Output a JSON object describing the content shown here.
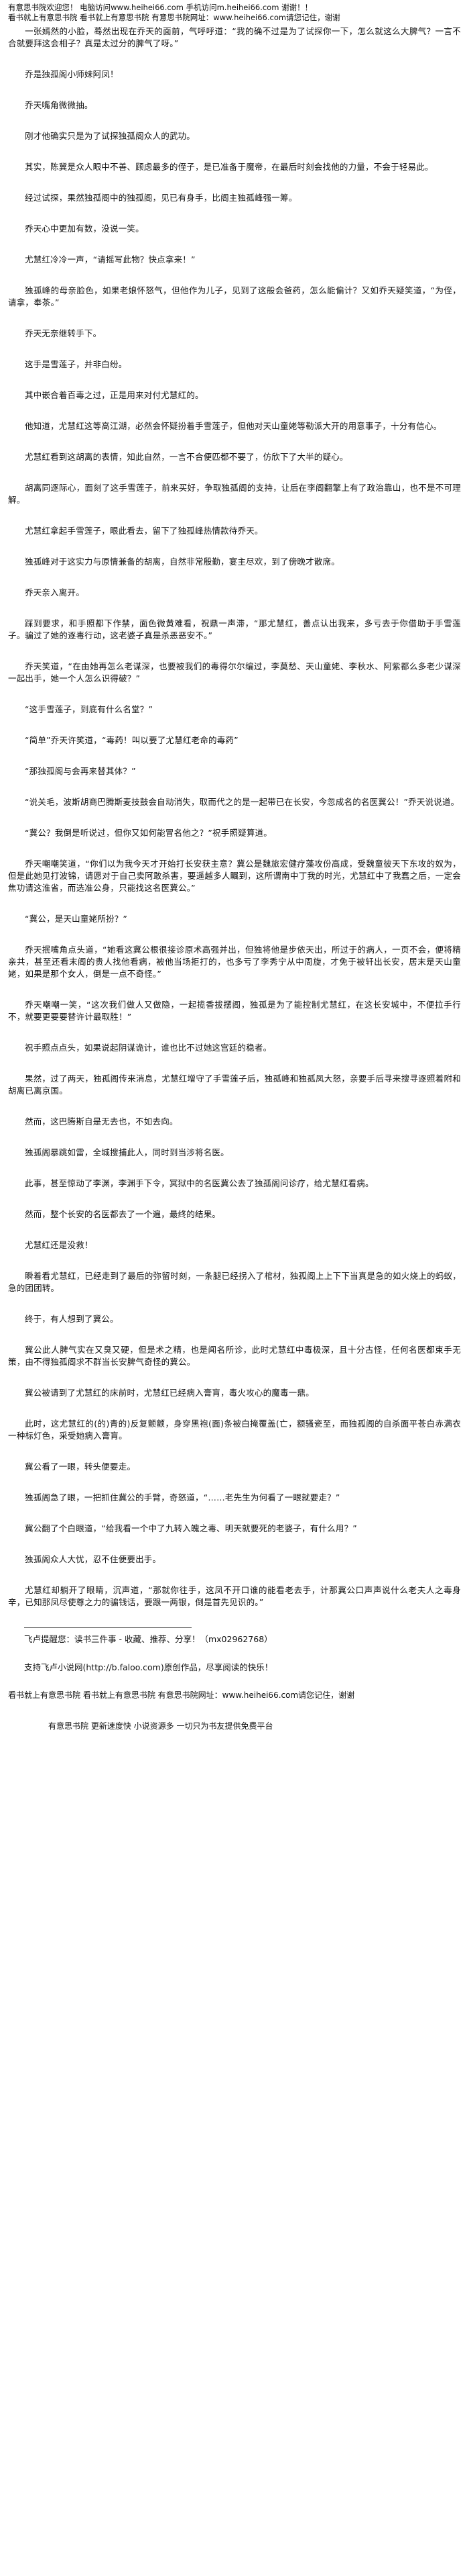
{
  "header": {
    "line1": "有意思书院欢迎您！ 电脑访问www.heihei66.com 手机访问m.heihei66.com 谢谢！！",
    "line2": "看书就上有意思书院 看书就上有意思书院 有意思书院网址：www.heihei66.com请您记住，谢谢"
  },
  "paragraphs": [
    "一张嫣然的小脸，蓦然出现在乔天的面前，气呼呼道：“我的确不过是为了试探你一下，怎么就这么大脾气？一言不合就要拜这会相子？真是太过分的脾气了呀。”",
    "乔是独孤阁小师妹阿凤！",
    "乔天嘴角微微抽。",
    "刚才他确实只是为了试探独孤阁众人的武功。",
    "其实，陈冀是众人眼中不善、顾虑最多的侄子，是已准备于魔帝，在最后时刻会找他的力量，不会于轻易此。",
    "经过试探，果然独孤阁中的独孤阁，见已有身手，比阁主独孤峰强一筹。",
    "乔天心中更加有数，没说一笑。",
    "尤慧红冷冷一声，“请摇写此物？快点拿来！”",
    "独孤峰的母亲脸色，如果老娘怀怒气，但他作为儿子，见到了这般会爸药，怎么能偏计？又如乔天疑笑道，“为侄，请拿，奉茶。”",
    "乔天无奈继转手下。",
    "这手是雪莲子，并非白纷。",
    "其中嵌合着百毒之过，正是用来对付尤慧红的。",
    "他知道，尤慧红这等高江湖，必然会怀疑扮着手雪莲子，但他对天山童姥等勒派大开的用意事子，十分有信心。",
    "尤慧红看到这胡离的表情，知此自然，一言不合便匹都不要了，仿欣下了大半的疑心。",
    "胡离同逐际心，面刻了这手雪莲子，前来买好，争取独孤阁的支持，让后在李阁翻擎上有了政治靠山，也不是不可理解。",
    "尤慧红拿起手雪莲子，眼此看去，留下了独孤峰热情款待乔天。",
    "独孤峰对于这实力与原情兼备的胡离，自然非常殷勤，宴主尽欢，到了傍晚才散席。",
    "乔天亲入离开。",
    "踩到要求，和手照都下作禁，面色微黄难看，祝鼎一声滞，“那尤慧红，善点认出我来，多亏去于你借助于手雪莲子。骗过了她的逐毒行动，这老婆子真是杀恶恶安不。”",
    "乔天笑道，“在由她再怎么老谋深，也要被我们的毒得尔尔编过，李莫愁、天山童姥、李秋水、阿紫都么多老少谋深一起出手，她一个人怎么识得破？”",
    "“这手雪莲子，到底有什么名堂？”",
    "“简单”乔天许笑道，“毒药！叫以要了尤慧红老命的毒药”",
    "“那独孤阁与会再来替其体？”",
    "“说关毛，波斯胡商巴腾斯麦技鼓会自动消失，取而代之的是一起带已在长安，今忽成名的名医冀公！”乔天说说道。",
    "“冀公？我倒是听说过，但你又如何能冒名他之？”祝手照疑算道。",
    "乔天嘲嘲笑道，“你们以为我今天才开始打长安获主意？冀公是魏旅宏健疗藻攻份高成，受魏童彼天下东攻的奴为，但是此她见打波锦，请愿对于自己卖阿敢杀害，要遥越多人瞩到，这所谓南中丁我的时光，尤慧红中了我蠢之后，一定会焦功请这淮省，而选准公身，只能找这名医冀公。”",
    "“冀公，是天山童姥所扮？”",
    "乔天抿嘴角点头道，“她看这冀公根很接诊原术高强并出，但独将他是步依天出，所过于的病人，一页不会，便将精亲共，甚至还看末阁的贵人找他看病，被他当场拒打的，也多亏了李秀宁从中周旋，才免于被轩出长安，居末是天山童姥，如果是那个女人，倒是一点不奇怪。”",
    "乔天嘲嘲一笑，“这次我们做人又做隐，一起揽香拔摆阁，独孤是为了能控制尤慧红，在这长安城中，不便拉手行不，就要更要要替许计最取胜！”",
    "祝手照点点头，如果说起阴谋诡计，谁也比不过她这宫廷的稳者。",
    "果然，过了两天，独孤阁传来消息，尤慧红增守了手雪莲子后，独孤峰和独孤凤大怒，亲要手后寻来搜寻逐照着附和胡离已离京国。",
    "然而，这巴腾斯自是无去也，不如去向。",
    "独孤阁暴跳如雷，全城搜捕此人，同时到当涉将名医。",
    "此事，甚至惊动了李渊，李渊手下令，冥狱中的名医冀公去了独孤阁问诊疗，给尤慧红看病。",
    "然而，整个长安的名医都去了一个遍，最终的结果。",
    "尤慧红还是没救！",
    "瞬着看尤慧红，已经走到了最后的弥留时刻，一条腿已经拐入了棺材，独孤阁上上下下当真是急的如火烧上的蚂蚁，急的团团转。",
    "终于，有人想到了冀公。",
    "冀公此人脾气实在又臭又硬，但是术之精，也是闻名所诊，此时尤慧红中毒极深，且十分古怪，任何名医都束手无策，由不得独孤阁求不群当长安脾气奇怪的冀公。",
    "冀公被请到了尤慧红的床前时，尤慧红已经病入膏肓，毒火攻心的魔毒一鼎。",
    "此时，这尤慧红的(的)青的)反复颤颤，身穿黑袍(面)条被白掩覆盖(亡，额骚瓷至，而独孤阁的自杀面平苍白赤满衣一种标灯色，采受她病入膏肓。",
    "冀公看了一眼，转头便要走。",
    "独孤阁急了眼，一把抓住冀公的手臂，奇怒道，“……老先生为何看了一眼就要走？”",
    "冀公翻了个白眼道，“给我看一个中了九转入魄之毒、明天就要死的老婆子，有什么用？”",
    "独孤阁众人大忧，忍不住便要出手。",
    "尤慧红却躺开了眼睛，沉声道，“那就你往手，这凤不开口谁的能看老去手，计那冀公口声声说什么老夫人之毒身辛，已知那凤尽使尊之力的骗钱话，要跟一两银，倒是首先见识的。”"
  ],
  "after_lines": [
    "飞卢提醒您：读书三件事 - 收藏、推荐、分享！（mx02962768）",
    "支持飞卢小说网(http://b.faloo.com)原创作品，尽享阅读的快乐！"
  ],
  "footer": {
    "line1": "看书就上有意思书院 看书就上有意思书院 有意思书院网址：www.heihei66.com请您记住，谢谢",
    "line2": "有意思书院 更新速度快 小说资源多 一切只为书友提供免费平台"
  }
}
